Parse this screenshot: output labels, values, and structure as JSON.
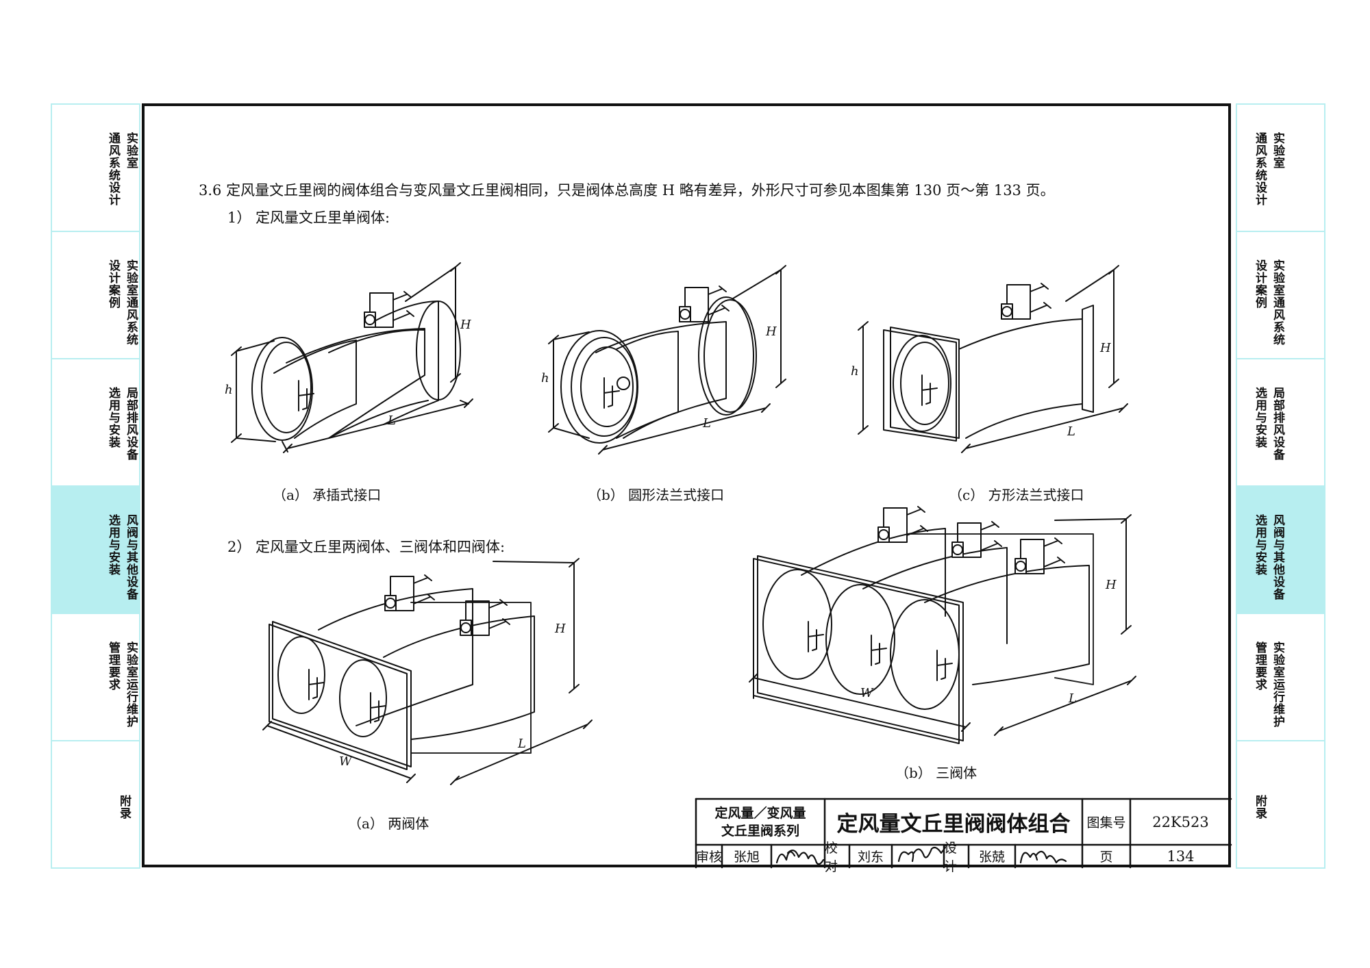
{
  "side_tabs": [
    {
      "label": "实验室\n通风系统设计",
      "active": false
    },
    {
      "label": "实验室通风系统\n设计案例",
      "active": false
    },
    {
      "label": "局部排风设备\n选用与安装",
      "active": false
    },
    {
      "label": "风阀与其他设备\n选用与安装",
      "active": true
    },
    {
      "label": "实验室运行维护\n管理要求",
      "active": false
    },
    {
      "label": "附录",
      "active": false
    }
  ],
  "content": {
    "intro": "3.6 定风量文丘里阀的阀体组合与变风量文丘里阀相同，只是阀体总高度 H 略有差异，外形尺寸可参见本图集第 130 页～第 133 页。",
    "item1": "1） 定风量文丘里单阀体:",
    "item2": "2） 定风量文丘里两阀体、三阀体和四阀体:",
    "captions": {
      "a1": "（a） 承插式接口",
      "b1": "（b） 圆形法兰式接口",
      "c1": "（c） 方形法兰式接口",
      "a2": "（a） 两阀体",
      "b2": "（b） 三阀体"
    },
    "dims": {
      "h": "h",
      "H": "H",
      "L": "L",
      "W": "W"
    }
  },
  "title_block": {
    "series": "定风量／变风量\n文丘里阀系列",
    "title": "定风量文丘里阀阀体组合",
    "atlas_label": "图集号",
    "atlas_no": "22K523",
    "page_label": "页",
    "page_no": "134",
    "review_label": "审核",
    "reviewer": "张旭",
    "check_label": "校对",
    "checker": "刘东",
    "design_label": "设计",
    "designer": "张兢"
  },
  "colors": {
    "tab_border": "#b7eef0",
    "tab_active": "#b7eef0",
    "line": "#111111"
  }
}
